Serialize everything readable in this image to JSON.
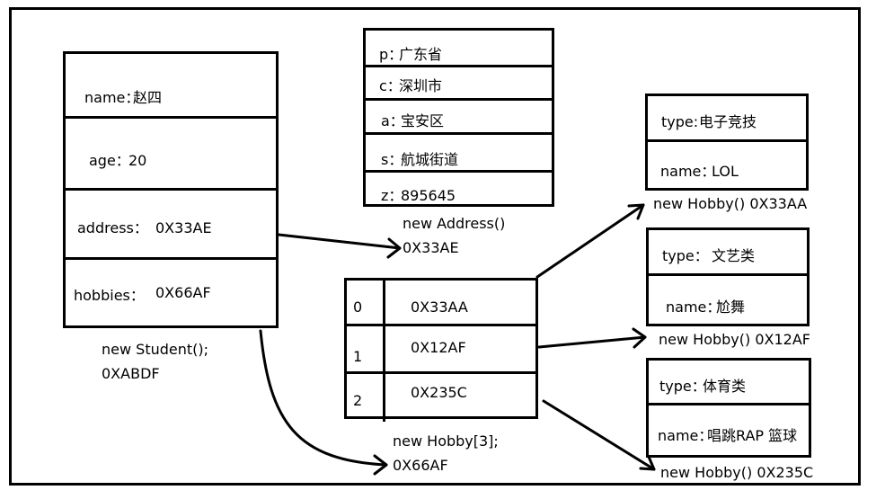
{
  "student": {
    "rows": [
      {
        "label": "name：",
        "value": "赵四"
      },
      {
        "label": "age：",
        "value": "20"
      },
      {
        "label": "address：",
        "value": "0X33AE"
      },
      {
        "label": "hobbies：",
        "value": "0X66AF"
      }
    ],
    "caption_line1": "new Student();",
    "caption_line2": "0XABDF"
  },
  "address": {
    "rows": [
      {
        "label": "p：",
        "value": "广东省"
      },
      {
        "label": "c：",
        "value": "深圳市"
      },
      {
        "label": "a：",
        "value": "宝安区"
      },
      {
        "label": "s：",
        "value": "航城街道"
      },
      {
        "label": "z：",
        "value": "895645"
      }
    ],
    "caption_line1": "new Address()",
    "caption_line2": "0X33AE"
  },
  "hobby_array": {
    "rows": [
      {
        "index": "0",
        "value": "0X33AA"
      },
      {
        "index": "1",
        "value": "0X12AF"
      },
      {
        "index": "2",
        "value": "0X235C"
      }
    ],
    "caption_line1": "new Hobby[3];",
    "caption_line2": "0X66AF"
  },
  "hobbies": [
    {
      "type_label": "type:",
      "type_value": "电子竞技",
      "name_label": "name：",
      "name_value": "LOL",
      "caption": "new Hobby() 0X33AA"
    },
    {
      "type_label": "type：",
      "type_value": "文艺类",
      "name_label": "name：",
      "name_value": "尬舞",
      "caption": "new Hobby() 0X12AF"
    },
    {
      "type_label": "type：",
      "type_value": "体育类",
      "name_label": "name：",
      "name_value": "唱跳RAP 篮球",
      "caption": "new Hobby() 0X235C"
    }
  ]
}
